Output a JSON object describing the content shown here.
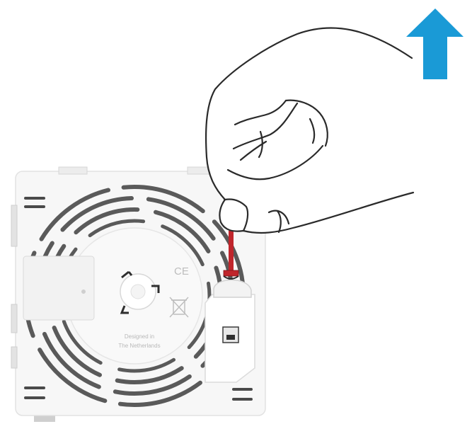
{
  "device": {
    "label_line1": "Designed in",
    "label_line2": "The Netherlands",
    "ce_mark": "CE",
    "weee_icon": "crossed-out-bin-icon"
  },
  "icons": {
    "arrow": "arrow-up-icon",
    "hand": "hand-icon"
  },
  "colors": {
    "arrow": "#1a9ad6",
    "pull_tab": "#c0262c",
    "device_body": "#f7f7f7",
    "outline": "#2a2a2a"
  }
}
